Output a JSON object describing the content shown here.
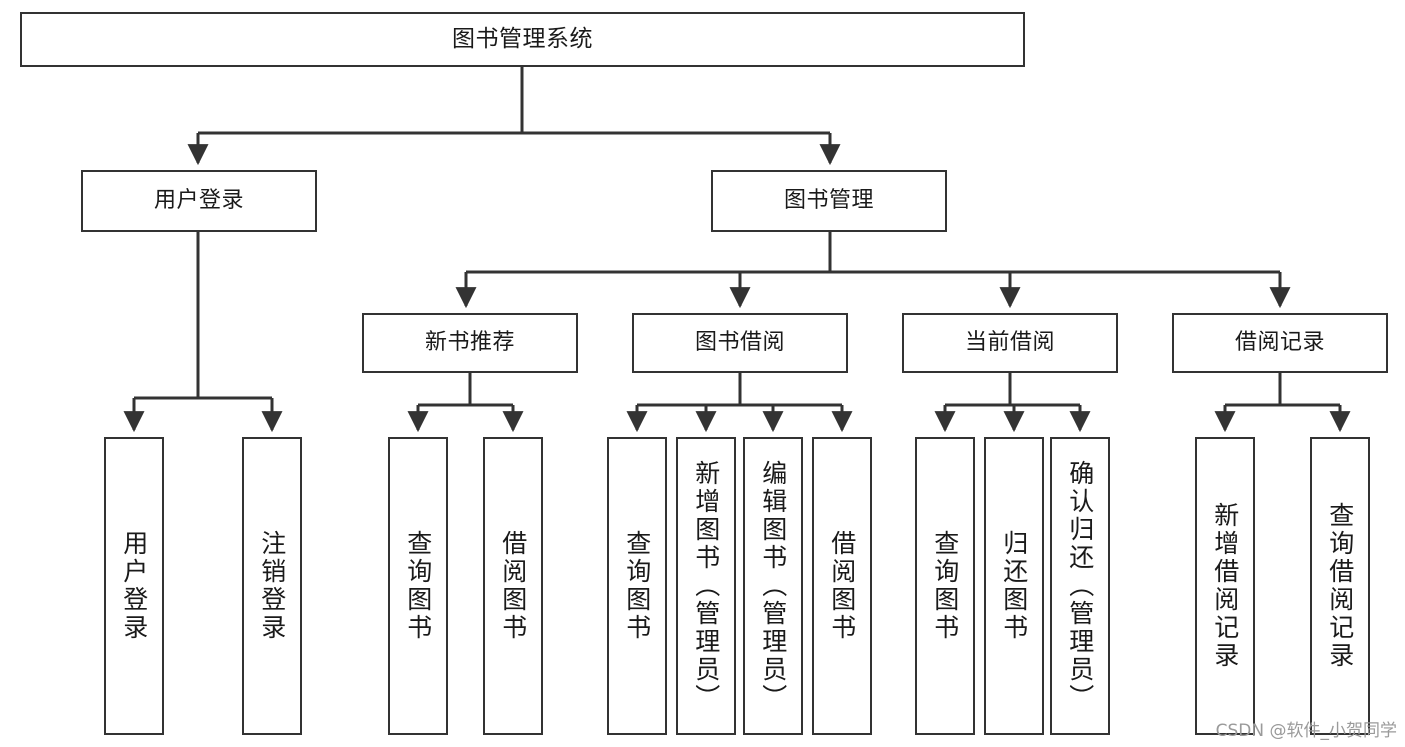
{
  "diagram": {
    "title": "图书管理系统",
    "type": "tree",
    "orientation": "top-down",
    "colors": {
      "box_border": "#333333",
      "box_fill": "#ffffff",
      "line": "#333333",
      "text": "#1a1a1a",
      "watermark": "#9a9a9a"
    },
    "root": {
      "id": "root",
      "label": "图书管理系统"
    },
    "level2": [
      {
        "id": "user-login",
        "label": "用户登录"
      },
      {
        "id": "book-management",
        "label": "图书管理"
      }
    ],
    "level3": [
      {
        "id": "new-book-recommend",
        "label": "新书推荐",
        "parent": "book-management"
      },
      {
        "id": "book-borrow",
        "label": "图书借阅",
        "parent": "book-management"
      },
      {
        "id": "current-borrow",
        "label": "当前借阅",
        "parent": "book-management"
      },
      {
        "id": "borrow-record",
        "label": "借阅记录",
        "parent": "book-management"
      }
    ],
    "leaves": [
      {
        "id": "leaf-user-login",
        "label": "用户登录",
        "parent": "user-login"
      },
      {
        "id": "leaf-logout",
        "label": "注销登录",
        "parent": "user-login"
      },
      {
        "id": "leaf-query-book-1",
        "label": "查询图书",
        "parent": "new-book-recommend"
      },
      {
        "id": "leaf-borrow-book-1",
        "label": "借阅图书",
        "parent": "new-book-recommend"
      },
      {
        "id": "leaf-query-book-2",
        "label": "查询图书",
        "parent": "book-borrow"
      },
      {
        "id": "leaf-add-book",
        "label": "新增图书（管理员）",
        "parent": "book-borrow"
      },
      {
        "id": "leaf-edit-book",
        "label": "编辑图书（管理员）",
        "parent": "book-borrow"
      },
      {
        "id": "leaf-borrow-book-2",
        "label": "借阅图书",
        "parent": "book-borrow"
      },
      {
        "id": "leaf-query-book-3",
        "label": "查询图书",
        "parent": "current-borrow"
      },
      {
        "id": "leaf-return-book",
        "label": "归还图书",
        "parent": "current-borrow"
      },
      {
        "id": "leaf-confirm-return",
        "label": "确认归还（管理员）",
        "parent": "current-borrow"
      },
      {
        "id": "leaf-add-record",
        "label": "新增借阅记录",
        "parent": "borrow-record"
      },
      {
        "id": "leaf-query-record",
        "label": "查询借阅记录",
        "parent": "borrow-record"
      }
    ]
  },
  "watermark": {
    "text": "CSDN @软件_小贺同学"
  }
}
